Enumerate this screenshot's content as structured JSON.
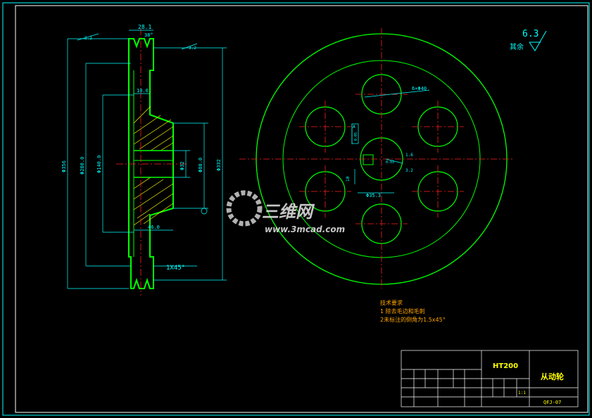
{
  "drawing": {
    "roughness_value": "6.3",
    "roughness_label": "其余",
    "dims": {
      "top_width": "28.1",
      "groove_angle": "38°",
      "rough_a": "3.2",
      "rough_b": "3.2",
      "web": "10.0",
      "hub_len": "46.0",
      "chamfer": "1X45°",
      "d_outer": "Φ356",
      "d_rim": "Φ280.0",
      "d_web": "Φ140.0",
      "d_bore": "Φ32",
      "d_hub": "Φ80.0",
      "d_max": "Φ332",
      "holes": "6×Φ40",
      "keyway": "Φ35.3",
      "key_w": "10",
      "tol_a": "0.05",
      "tol_b": "A",
      "rough_c": "1.6",
      "rough_d": "3.2",
      "side_small": "0.03"
    },
    "notes": {
      "title": "技术要求",
      "line1": "1 除去毛边和毛刺",
      "line2": "2未标注的倒角为1.5x45°"
    }
  },
  "watermark": {
    "brand": "三维网",
    "url": "www.3mcad.com"
  },
  "title_block": {
    "material": "HT200",
    "part_name": "从动轮",
    "drawing_no": "QFJ-07",
    "scale": "1:1"
  },
  "colors": {
    "frame": "#00ffff",
    "outline": "#00ff00",
    "dimension": "#00ffff",
    "center": "#ff2020",
    "hatch": "#ffff00",
    "notes": "#ffa500"
  }
}
